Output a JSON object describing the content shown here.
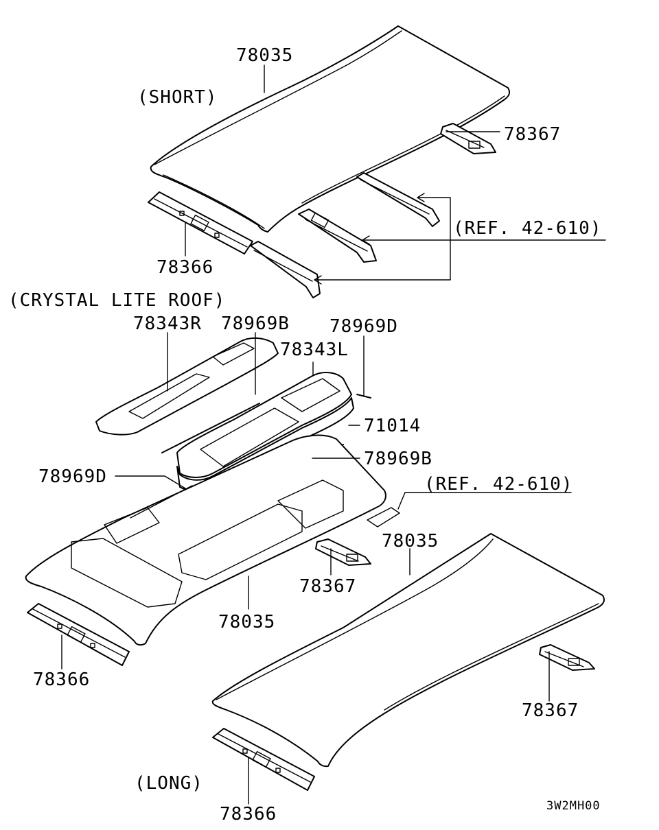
{
  "diagram": {
    "groups": {
      "short": "(SHORT)",
      "crystal": "(CRYSTAL LITE ROOF)",
      "long": "(LONG)"
    },
    "labels": {
      "p78035_top": "78035",
      "p78367_top": "78367",
      "ref_top": "(REF. 42-610)",
      "p78366_top": "78366",
      "p78343R": "78343R",
      "p78969B_top": "78969B",
      "p78969D_top": "78969D",
      "p78343L": "78343L",
      "p71014": "71014",
      "p78969B_mid": "78969B",
      "p78969D_mid": "78969D",
      "ref_mid": "(REF. 42-610)",
      "p78035_long": "78035",
      "p78367_mid": "78367",
      "p78035_mid": "78035",
      "p78366_mid": "78366",
      "p78367_bot": "78367",
      "p78366_bot": "78366",
      "drawing_code": "3W2MH00"
    }
  }
}
